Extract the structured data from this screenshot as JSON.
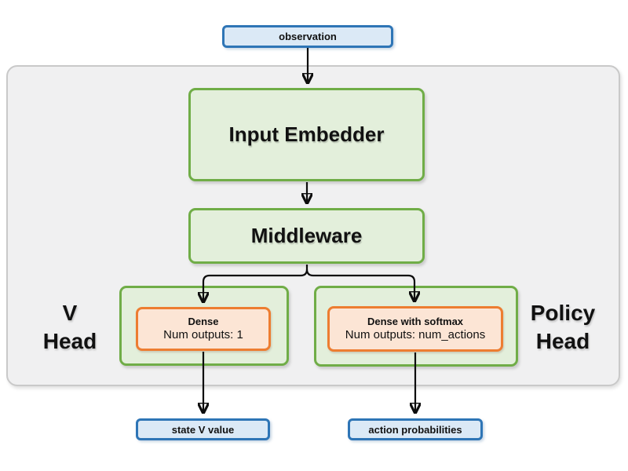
{
  "diagram": {
    "title_semantic": "actor-critic network architecture",
    "nodes": {
      "observation": {
        "label": "observation"
      },
      "input_embedder": {
        "label": "Input Embedder"
      },
      "middleware": {
        "label": "Middleware"
      },
      "v_head": {
        "line1": "V",
        "line2": "Head"
      },
      "v_dense": {
        "title": "Dense",
        "subtitle": "Num outputs: 1"
      },
      "policy_head": {
        "line1": "Policy",
        "line2": "Head"
      },
      "policy_dense": {
        "title": "Dense with softmax",
        "subtitle": "Num outputs: num_actions"
      },
      "state_v_value": {
        "label": "state V value"
      },
      "action_probabilities": {
        "label": "action probabilities"
      }
    },
    "colors": {
      "blue_fill": "#dbe9f6",
      "blue_border": "#2e75b6",
      "green_fill": "#e3efdb",
      "green_border": "#70ad47",
      "orange_fill": "#fce5d5",
      "orange_border": "#ed7d31",
      "container_fill": "#f0f0f1",
      "container_border": "#c9c9c9",
      "arrow": "#0d0d0d",
      "text": "#111111"
    }
  }
}
